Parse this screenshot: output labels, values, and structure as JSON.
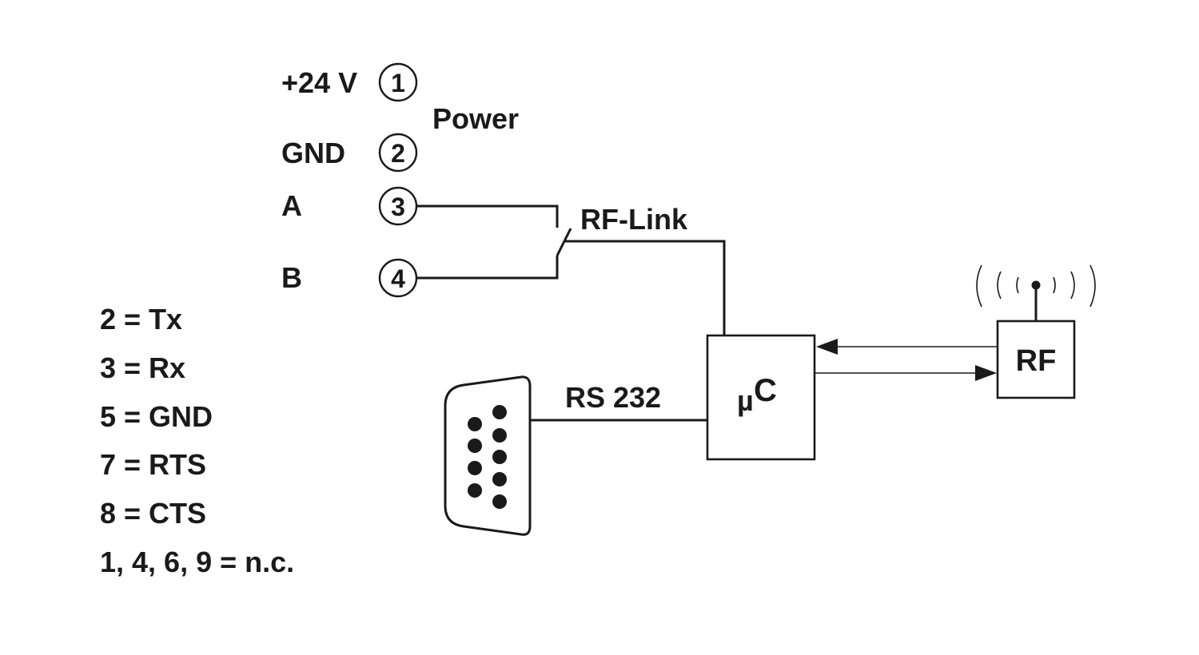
{
  "terminals": [
    {
      "number": "1",
      "signal": "+24 V"
    },
    {
      "number": "2",
      "signal": "GND"
    },
    {
      "number": "3",
      "signal": "A"
    },
    {
      "number": "4",
      "signal": "B"
    }
  ],
  "power_label": "Power",
  "rf_link_label": "RF-Link",
  "rs232_label": "RS 232",
  "microcontroller": {
    "mu": "µ",
    "c": "C"
  },
  "rf_module_label": "RF",
  "pin_legend": [
    "2 = Tx",
    "3 = Rx",
    "5 = GND",
    "7 = RTS",
    "8 = CTS",
    "1, 4, 6, 9 = n.c."
  ],
  "colors": {
    "ink": "#1a1a1a",
    "background": "#ffffff"
  },
  "icons": [
    "db9-connector-icon",
    "antenna-icon",
    "switch-contact-icon"
  ]
}
